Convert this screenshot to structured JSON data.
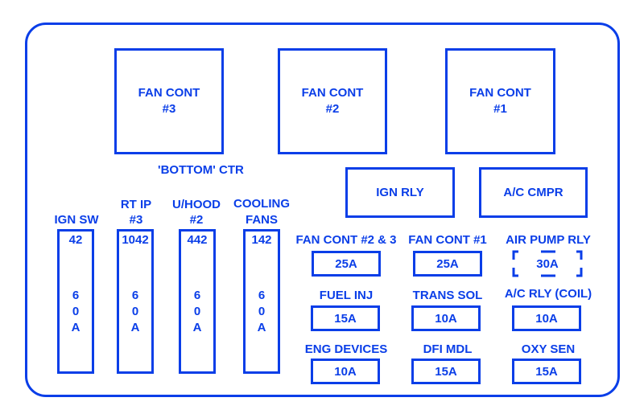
{
  "relays": {
    "fan_cont_3": {
      "line1": "FAN CONT",
      "line2": "#3"
    },
    "fan_cont_2": {
      "line1": "FAN CONT",
      "line2": "#2"
    },
    "fan_cont_1": {
      "line1": "FAN CONT",
      "line2": "#1"
    },
    "ign_rly": "IGN RLY",
    "ac_cmpr": "A/C CMPR"
  },
  "bottom_ctr_label": "'BOTTOM'  CTR",
  "maxi_fuses": [
    {
      "label1": "",
      "label2": "IGN SW",
      "code": "42",
      "amp": [
        "6",
        "0",
        "A"
      ]
    },
    {
      "label1": "RT IP",
      "label2": "#3",
      "code": "1042",
      "amp": [
        "6",
        "0",
        "A"
      ]
    },
    {
      "label1": "U/HOOD",
      "label2": "#2",
      "code": "442",
      "amp": [
        "6",
        "0",
        "A"
      ]
    },
    {
      "label1": "COOLING",
      "label2": "FANS",
      "code": "142",
      "amp": [
        "6",
        "0",
        "A"
      ]
    }
  ],
  "mini_fuses": [
    {
      "label": "FAN CONT #2 & 3",
      "amp": "25A"
    },
    {
      "label": "FAN CONT #1",
      "amp": "25A"
    },
    {
      "label": "AIR PUMP RLY",
      "amp": "30A",
      "dashed": true
    },
    {
      "label": "FUEL INJ",
      "amp": "15A"
    },
    {
      "label": "TRANS SOL",
      "amp": "10A"
    },
    {
      "label": "A/C RLY (COIL)",
      "amp": "10A"
    },
    {
      "label": "ENG DEVICES",
      "amp": "10A"
    },
    {
      "label": "DFI MDL",
      "amp": "15A"
    },
    {
      "label": "OXY SEN",
      "amp": "15A"
    }
  ],
  "colors": {
    "line": "#0a3ee8",
    "background": "#ffffff"
  }
}
